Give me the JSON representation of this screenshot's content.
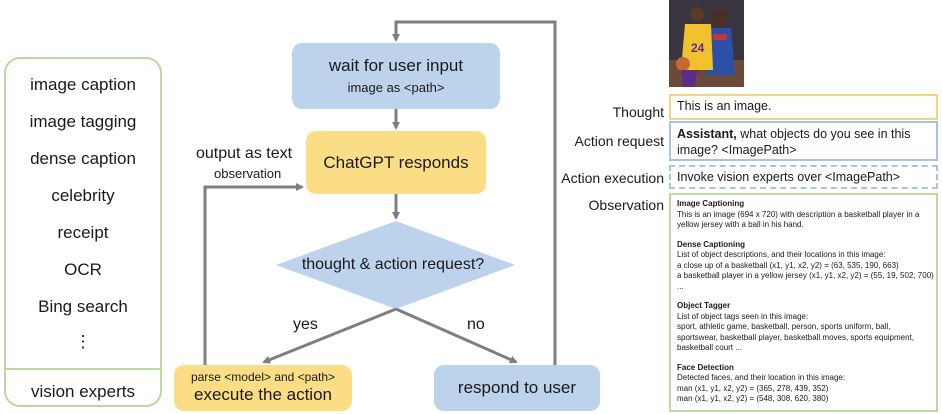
{
  "experts": {
    "items": [
      "image caption",
      "image tagging",
      "dense caption",
      "celebrity",
      "receipt",
      "OCR",
      "Bing search",
      "⋮"
    ],
    "footer": "vision experts"
  },
  "flow": {
    "wait_main": "wait for user input",
    "wait_sub": "image as <path>",
    "chatgpt": "ChatGPT responds",
    "output_label": "output as text",
    "observation_label": "observation",
    "decision": "thought & action request?",
    "yes": "yes",
    "no": "no",
    "execute_sub": "parse <model> and <path>",
    "execute_main": "execute the action",
    "respond": "respond to user"
  },
  "panel": {
    "thought_label": "Thought",
    "thought_text": "This is an image.",
    "action_label": "Action request",
    "action_bold": "Assistant,",
    "action_text": " what objects do you see in this image? <ImagePath>",
    "exec_label": "Action execution",
    "exec_text": "Invoke vision experts over <ImagePath>",
    "obs_label": "Observation",
    "observation": {
      "caption_title": "Image Captioning",
      "caption_lines": [
        "This is an image (694 x 720) with description a basketball player in a",
        "yellow jersey with a ball in his hand."
      ],
      "dense_title": "Dense Captioning",
      "dense_lines": [
        "List of object descriptions, and their locations in this image:",
        "a close up of a basketball (x1, y1, x2, y2) = (63, 535, 190, 663)",
        "a basketball player in a yellow jersey (x1, y1, x2, y2) = (55, 19, 502, 700)",
        "..."
      ],
      "tagger_title": "Object Tagger",
      "tagger_lines": [
        "List of object tags seen in this image:",
        "sport, athletic game, basketball, person, sports uniform, ball,",
        "sportswear, basketball player, basketball moves, sports equipment,",
        "basketball court ..."
      ],
      "face_title": "Face Detection",
      "face_lines": [
        "Detected faces, and their location in this image:",
        "man (x1, y1, x2, y2) = (365, 278, 439, 352)",
        "man (x1, y1, x2, y2) = (548, 308, 620, 380)"
      ]
    }
  },
  "colors": {
    "blue": "#bdd3ec",
    "yellow": "#fbdd85",
    "green": "#bcd9a2",
    "arrow": "#7f7f7f"
  }
}
